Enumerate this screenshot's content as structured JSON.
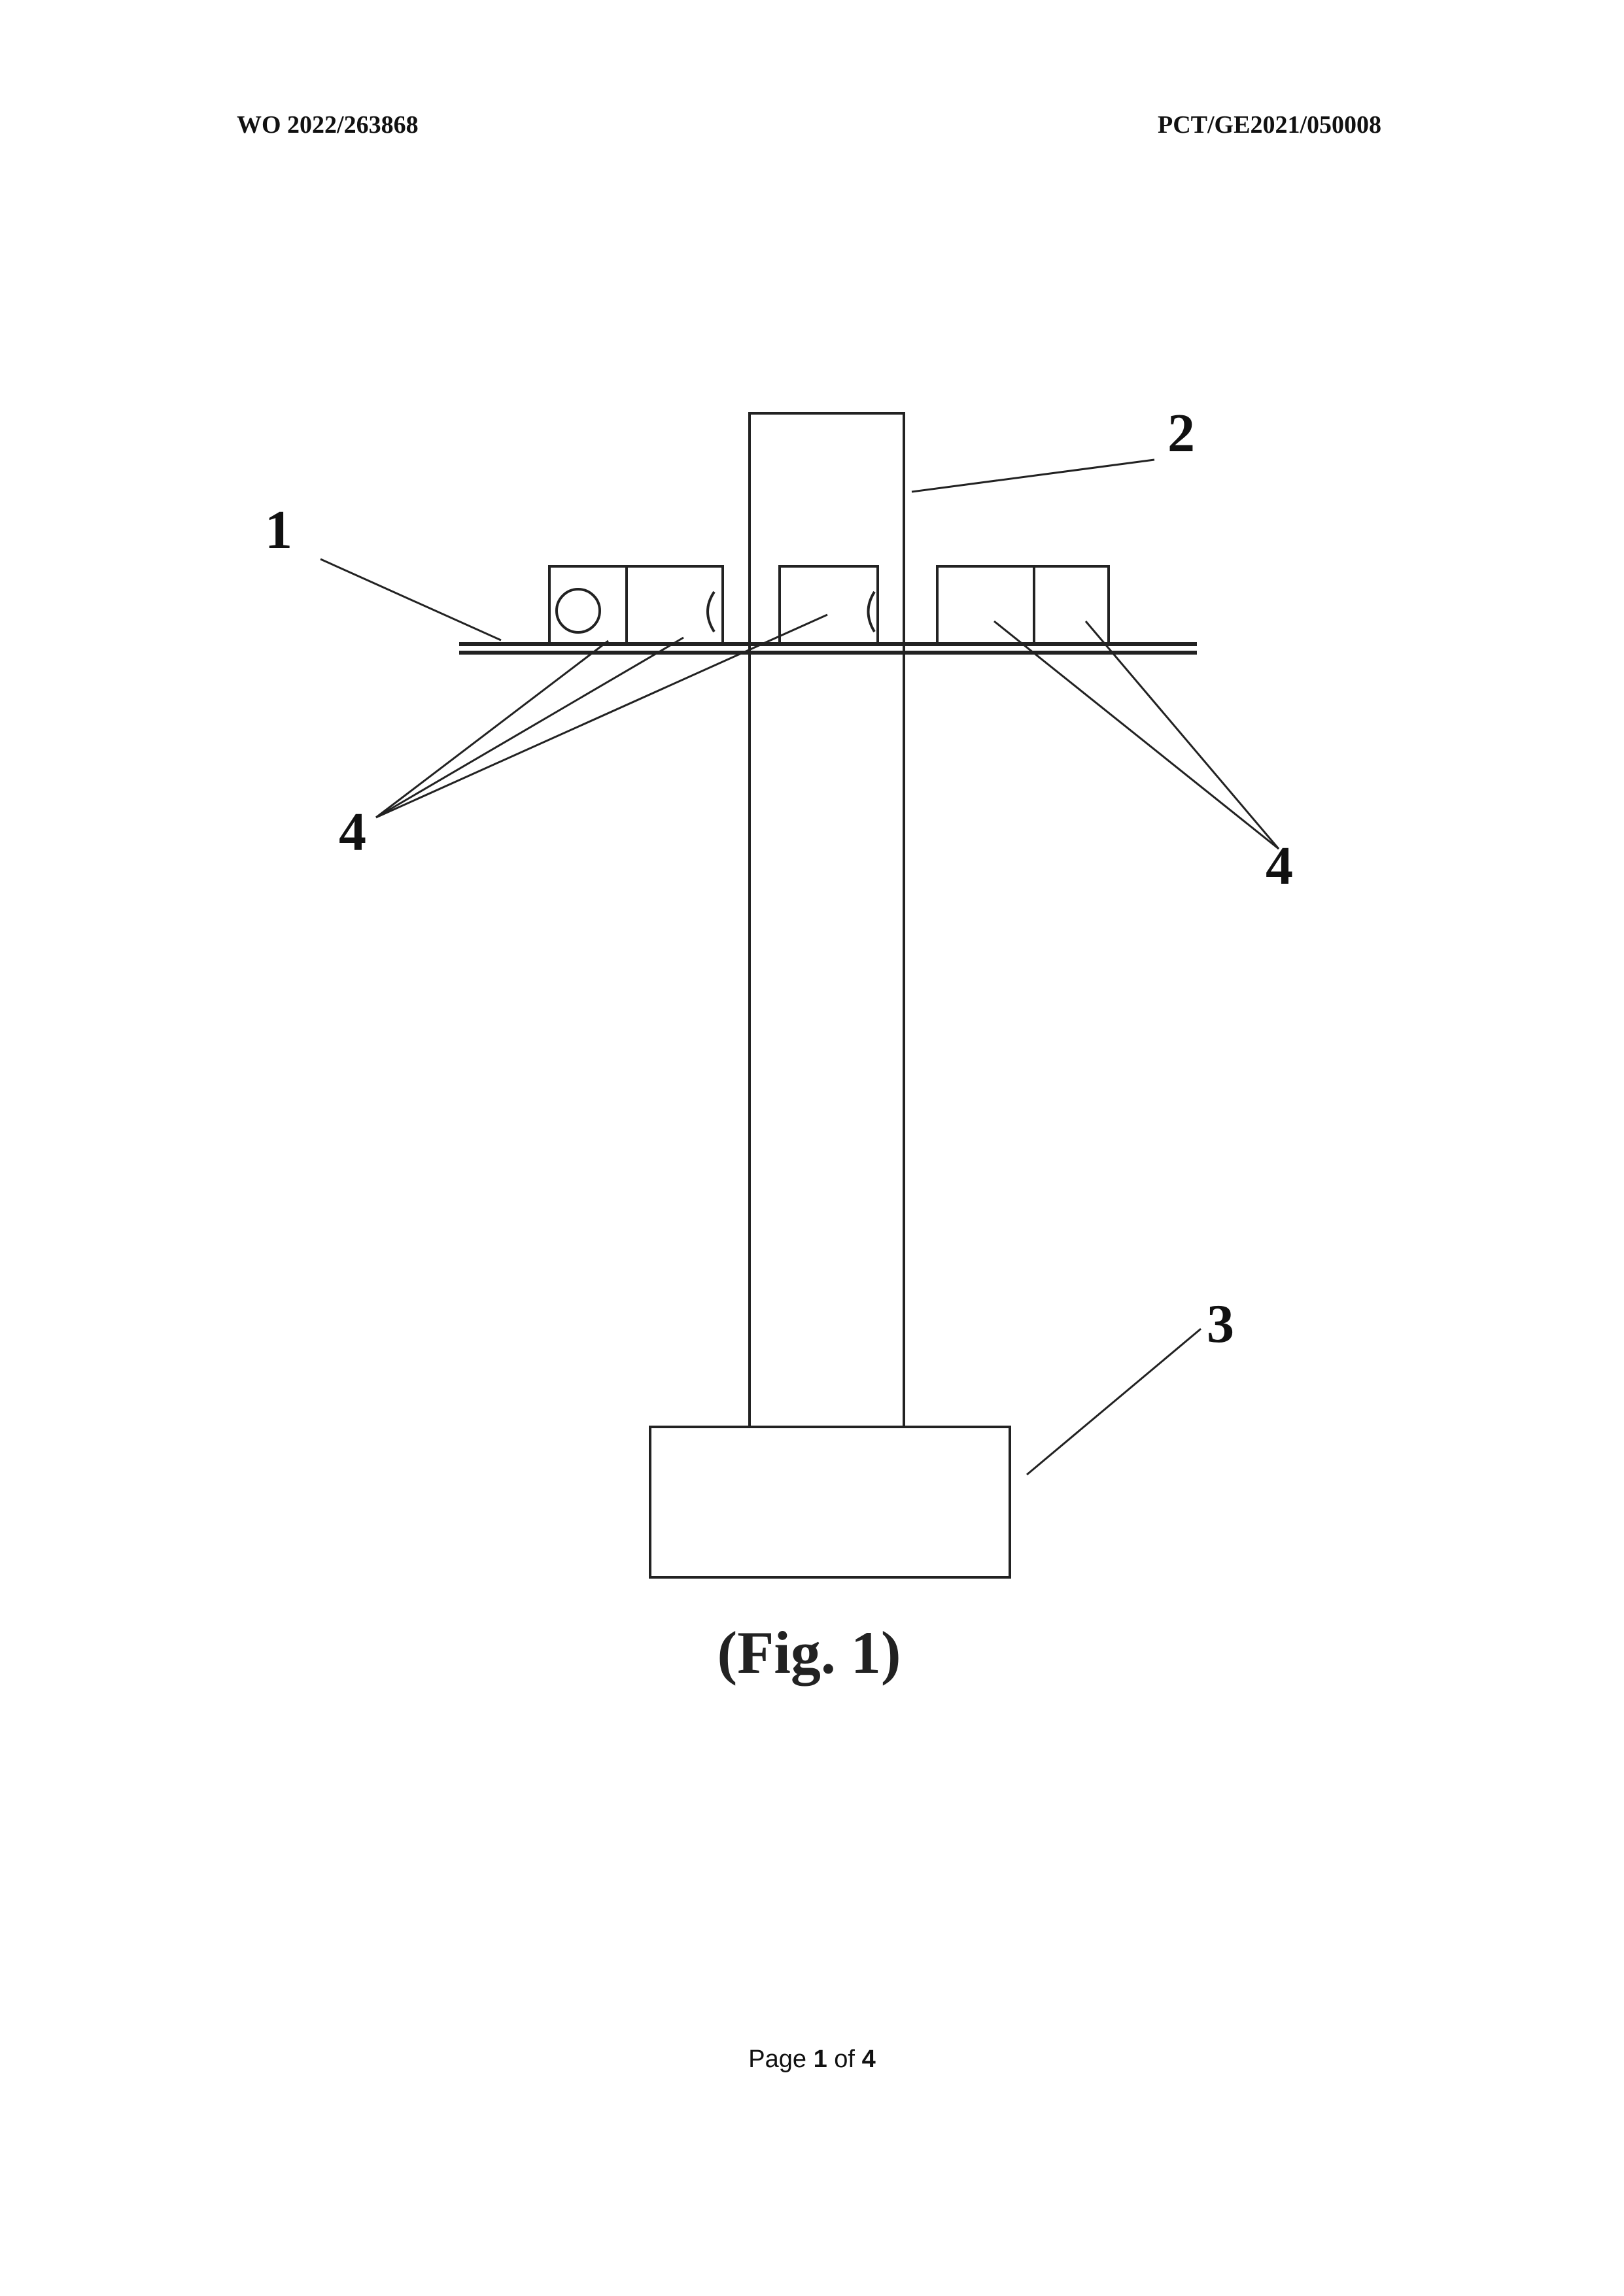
{
  "header": {
    "publication_number": "WO 2022/263868",
    "application_number": "PCT/GE2021/050008"
  },
  "figure": {
    "caption": "(Fig. 1)",
    "reference_numerals": {
      "platform": "1",
      "pole": "2",
      "base": "3",
      "units_left": "4",
      "units_right": "4"
    }
  },
  "footer": {
    "page_word": "Page",
    "current_page": "1",
    "of_word": "of",
    "total_pages": "4"
  }
}
